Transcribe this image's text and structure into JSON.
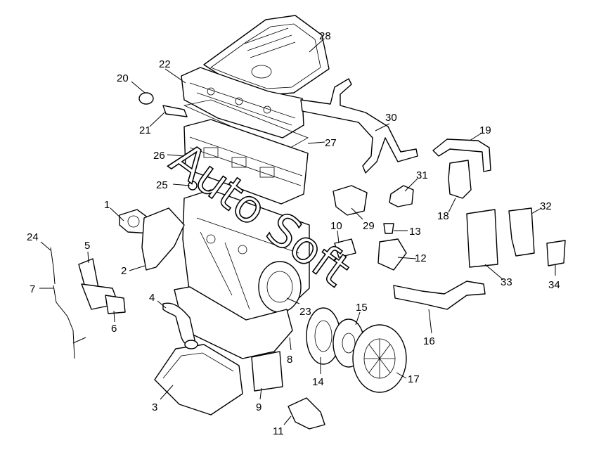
{
  "diagram": {
    "watermark": "Auto Soft",
    "callouts": [
      "1",
      "2",
      "3",
      "4",
      "5",
      "6",
      "7",
      "8",
      "9",
      "11",
      "12",
      "13",
      "14",
      "15",
      "16",
      "17",
      "18",
      "19",
      "20",
      "21",
      "22",
      "23",
      "24",
      "25",
      "26",
      "27",
      "28",
      "29",
      "30",
      "31",
      "32",
      "33",
      "34",
      "10"
    ]
  }
}
